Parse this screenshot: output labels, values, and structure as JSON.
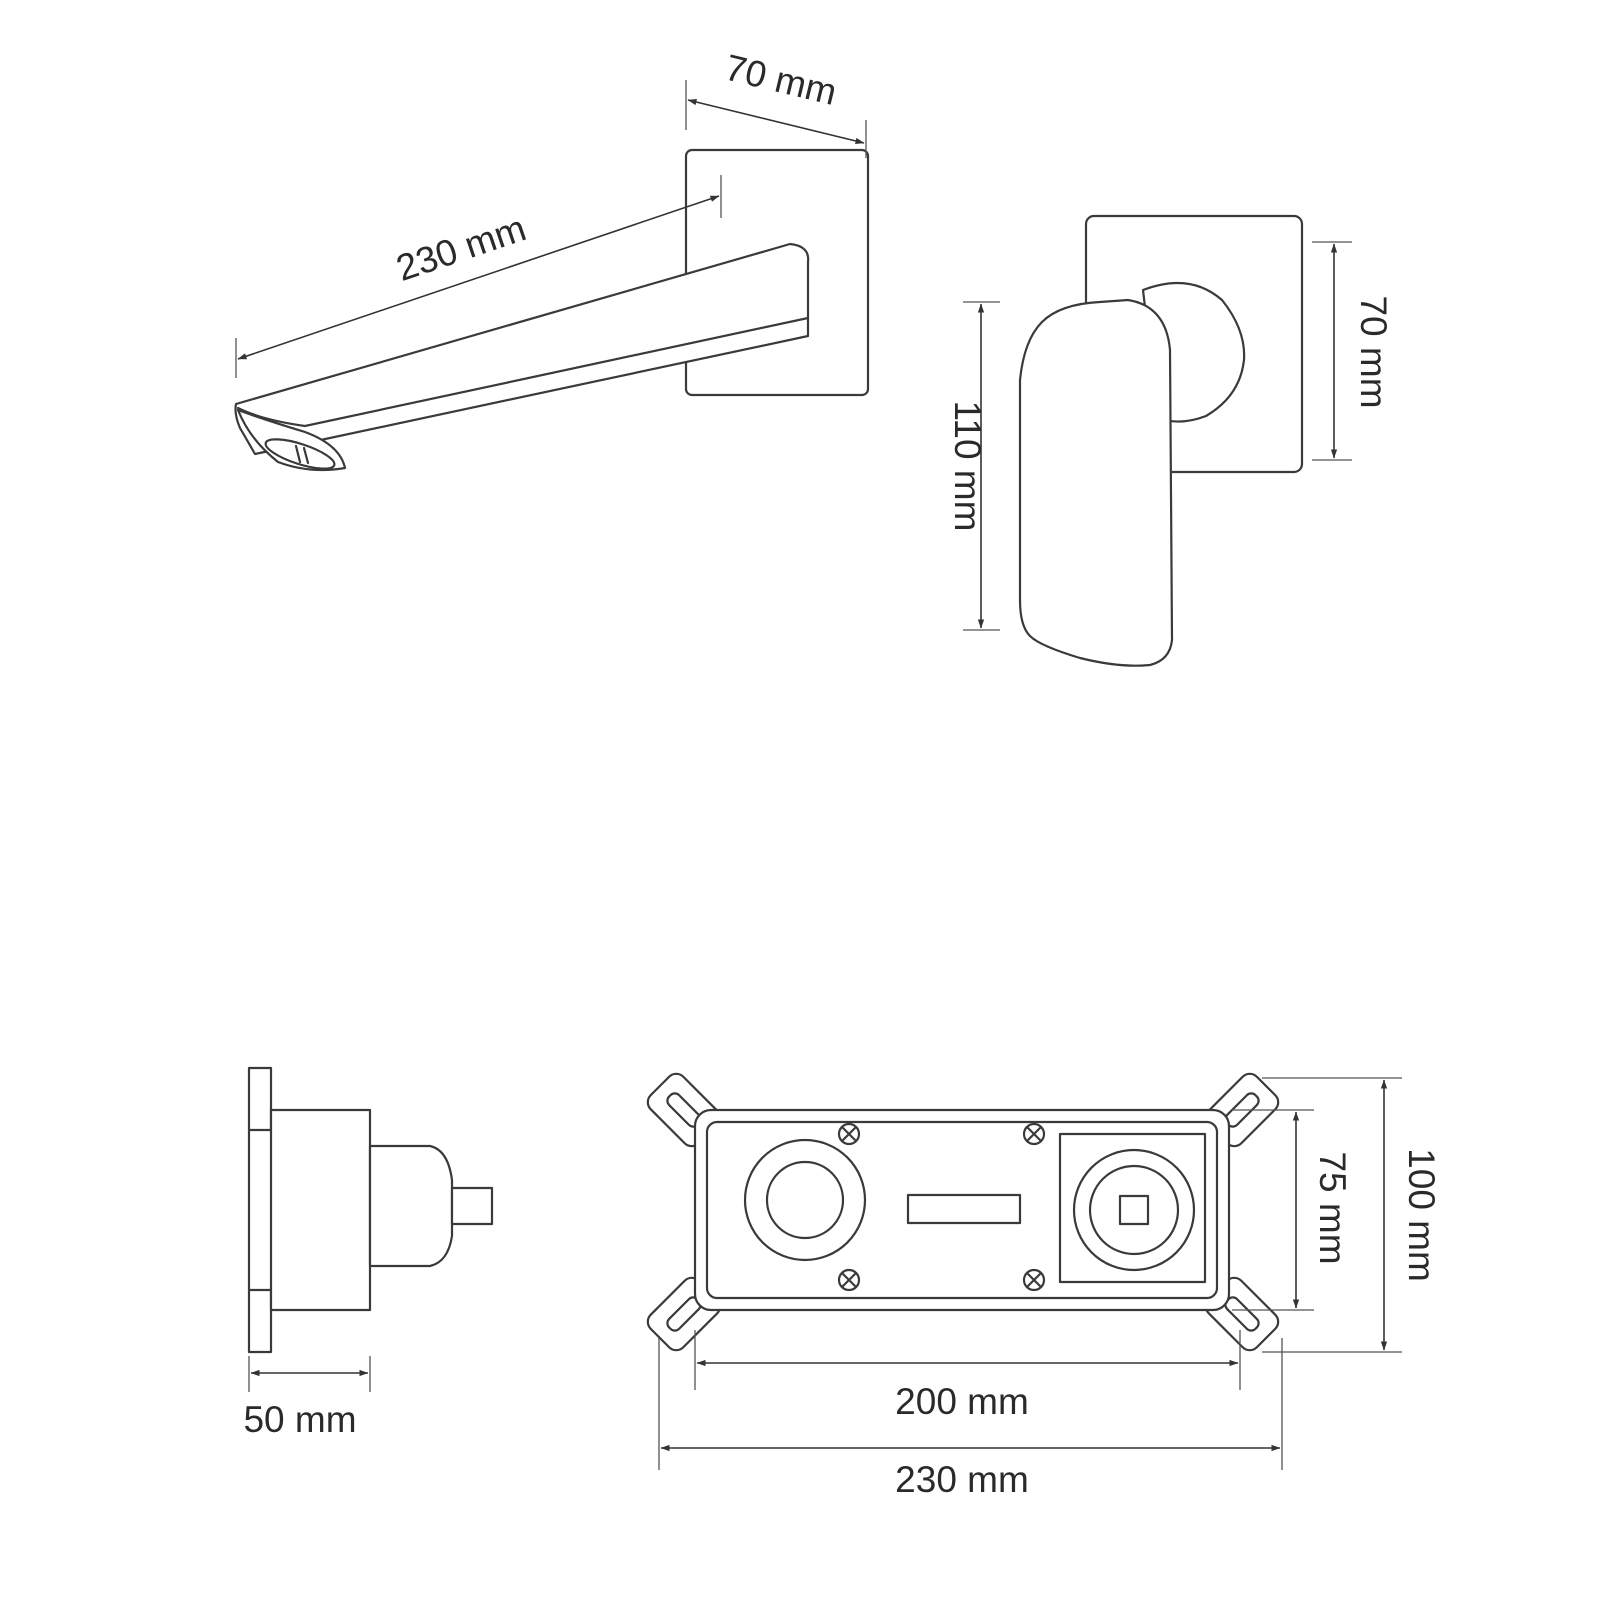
{
  "colors": {
    "line": "#3a3a3a",
    "text": "#2a2a2a",
    "background": "#ffffff"
  },
  "dimensions": {
    "spout_plate_width": "70 mm",
    "spout_length": "230 mm",
    "handle_height": "110 mm",
    "mixer_plate_height": "70 mm",
    "box_depth": "50 mm",
    "box_inner_height": "75 mm",
    "box_outer_height": "100 mm",
    "box_inner_width": "200 mm",
    "box_outer_width": "230 mm"
  }
}
